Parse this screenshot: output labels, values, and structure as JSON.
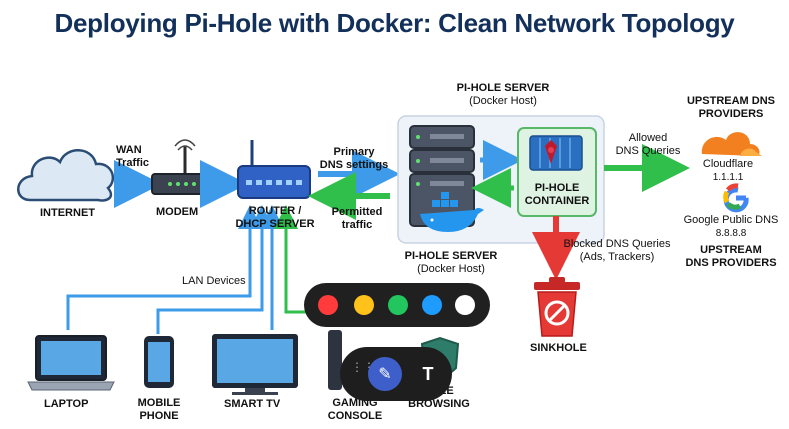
{
  "title": "Deploying Pi-Hole with Docker: Clean Network Topology",
  "labels": {
    "internet": "INTERNET",
    "wan": "WAN",
    "traffic": "Traffic",
    "modem": "MODEM",
    "router_line1": "ROUTER /",
    "router_line2": "DHCP SERVER",
    "primary": "Primary",
    "dns_settings": "DNS settings",
    "permitted": "Permitted",
    "permitted_traffic": "traffic",
    "pihole_server_top": "PI-HOLE SERVER",
    "docker_host_top": "(Docker Host)",
    "pihole_container_line1": "PI-HOLE",
    "pihole_container_line2": "CONTAINER",
    "pihole_server_bottom": "PI-HOLE SERVER",
    "docker_host_bottom": "(Docker Host)",
    "allowed": "Allowed",
    "dns_queries": "DNS Queries",
    "upstream_top_line1": "UPSTREAM DNS",
    "upstream_top_line2": "PROVIDERS",
    "cloudflare": "Cloudflare",
    "cloudflare_ip": "1.1.1.1",
    "google": "Google Public DNS",
    "google_ip": "8.8.8.8",
    "upstream_bottom_line1": "UPSTREAM",
    "upstream_bottom_line2": "DNS PROVIDERS",
    "blocked": "Blocked DNS Queries",
    "blocked_sub": "(Ads, Trackers)",
    "sinkhole": "SINKHOLE",
    "lan_devices": "LAN Devices",
    "laptop": "LAPTOP",
    "mobile_line1": "MOBILE",
    "mobile_line2": "PHONE",
    "smart_tv": "SMART TV",
    "gaming_line1": "GAMING",
    "gaming_line2": "CONSOLE",
    "browsing_line1": "FREE",
    "browsing_line2": "BROWSING"
  },
  "toolbar": {
    "colors": [
      "#ff3b3b",
      "#ffc21a",
      "#22c55e",
      "#1e9bff",
      "#ffffff"
    ],
    "pen_icon": "pen-icon",
    "text_tool": "T"
  }
}
